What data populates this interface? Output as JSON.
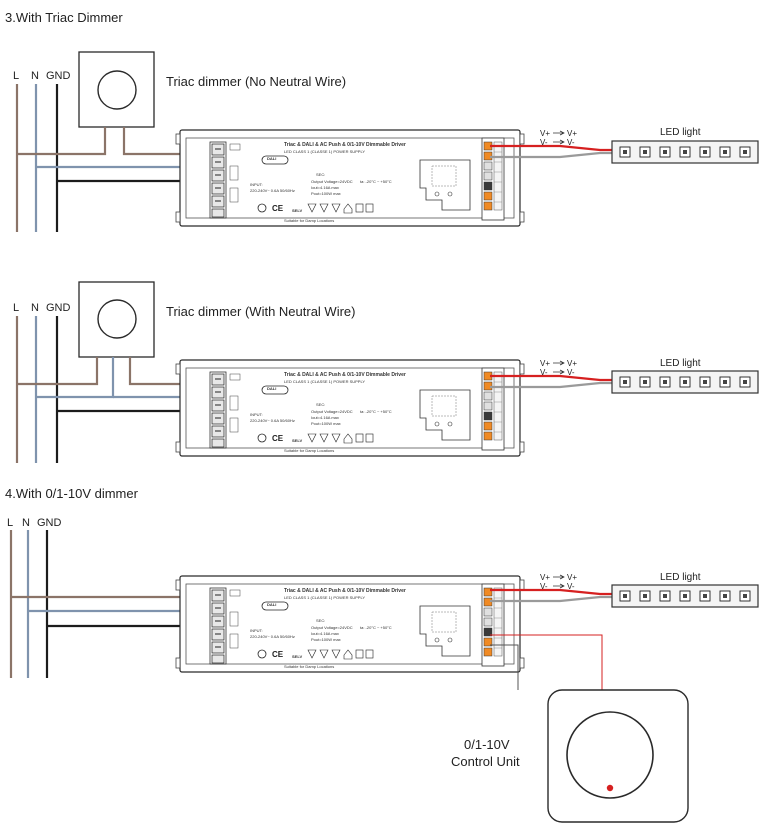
{
  "colors": {
    "live": "#8b7468",
    "neutral": "#7f93ad",
    "ground": "#1c1c1c",
    "pos": "#d62020",
    "neg": "#9a9a9a",
    "terminal_orange": "#f08a24",
    "led_strip": "#f4f4f4"
  },
  "section3": {
    "heading": "3.With Triac Dimmer",
    "diagram_a": {
      "labels": {
        "L": "L",
        "N": "N",
        "GND": "GND"
      },
      "dimmer_label": "Triac dimmer (No Neutral Wire)",
      "vpos": "V+",
      "vneg": "V-",
      "led_label": "LED light"
    },
    "diagram_b": {
      "labels": {
        "L": "L",
        "N": "N",
        "GND": "GND"
      },
      "dimmer_label": "Triac dimmer (With Neutral Wire)",
      "vpos": "V+",
      "vneg": "V-",
      "led_label": "LED light"
    }
  },
  "section4": {
    "heading": "4.With 0/1-10V dimmer",
    "labels": {
      "L": "L",
      "N": "N",
      "GND": "GND"
    },
    "vpos": "V+",
    "vneg": "V-",
    "led_label": "LED light",
    "control_unit_line1": "0/1-10V",
    "control_unit_line2": "Control Unit"
  },
  "driver_label": {
    "title": "Triac & DALI & AC Push & 0/1-10V Dimmable Driver",
    "subtitle": "LED CLASS 1 (CLASSE 1)  POWER SUPPLY",
    "dali": "DALI",
    "sec": "SEC:",
    "out_v": "Output Voltage=24VDC",
    "i_out": "Iout=4.16A max",
    "p_out": "Pout=100W max",
    "ta": "ta: -20°C ~ +50°C",
    "input": "INPUT:",
    "input_spec": "220-240V~ 0.6A 50/60Hz",
    "selv": "SELV",
    "suitable": "Suitable for Damp Locations"
  }
}
